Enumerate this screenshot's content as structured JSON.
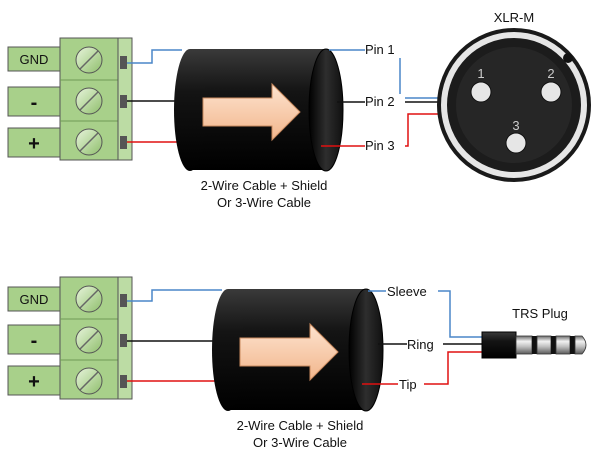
{
  "xlr_diagram": {
    "terminal_labels": {
      "gnd": "GND",
      "minus": "-",
      "plus": "+"
    },
    "connector_title": "XLR-M",
    "pin_labels": {
      "pin1": "Pin 1",
      "pin2": "Pin 2",
      "pin3": "Pin 3"
    },
    "pin_numbers": {
      "n1": "1",
      "n2": "2",
      "n3": "3"
    },
    "cable_caption": {
      "line1": "2-Wire Cable + Shield",
      "line2": "Or 3-Wire Cable"
    }
  },
  "trs_diagram": {
    "terminal_labels": {
      "gnd": "GND",
      "minus": "-",
      "plus": "+"
    },
    "connector_title": "TRS Plug",
    "contact_labels": {
      "sleeve": "Sleeve",
      "ring": "Ring",
      "tip": "Tip"
    },
    "cable_caption": {
      "line1": "2-Wire Cable + Shield",
      "line2": "Or 3-Wire Cable"
    }
  },
  "colors": {
    "shield_wire": "#4a86c8",
    "signal_minus_wire": "#111111",
    "signal_plus_wire": "#e01010",
    "terminal_green": "#a8d08a",
    "cable_black": "#141414",
    "arrow_fill": "#f6c9a6"
  }
}
